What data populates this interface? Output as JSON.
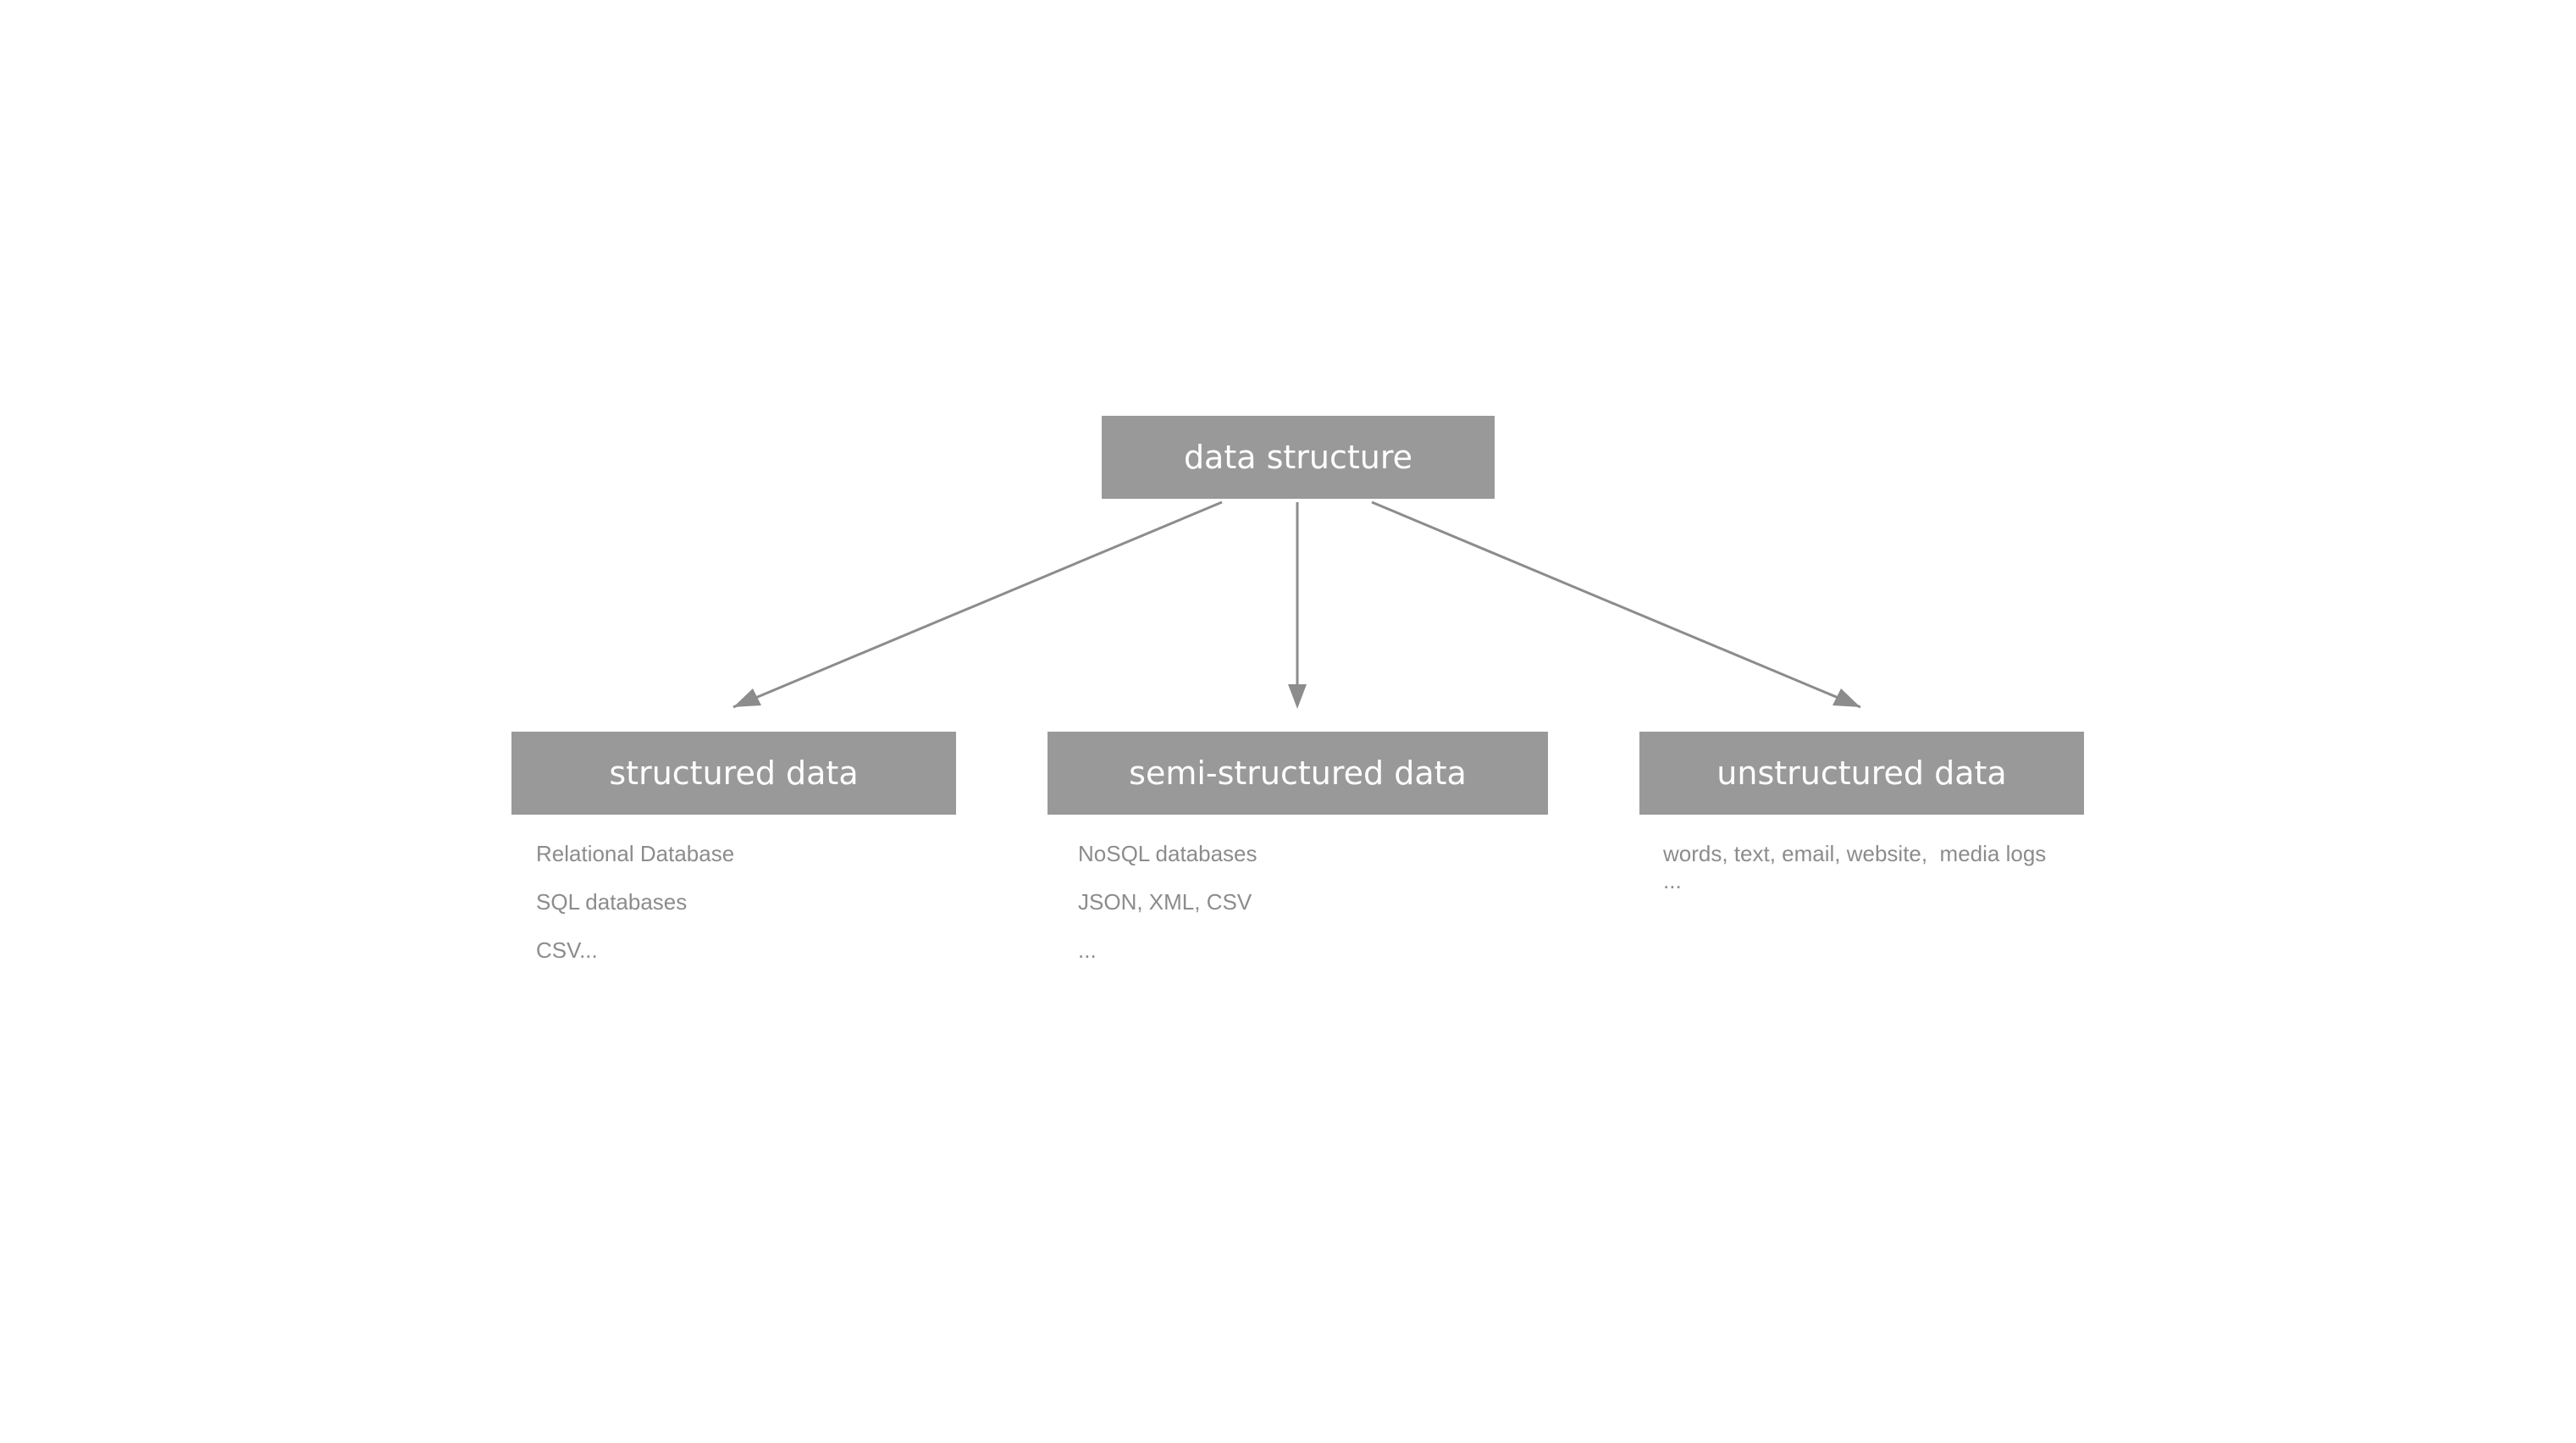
{
  "root": {
    "label": "data structure"
  },
  "categories": [
    {
      "label": "structured data",
      "items": [
        "Relational Database",
        "SQL databases",
        "CSV..."
      ]
    },
    {
      "label": "semi-structured data",
      "items": [
        "NoSQL databases",
        "JSON, XML, CSV",
        "..."
      ]
    },
    {
      "label": "unstructured data",
      "items": [
        "words, text, email, website,  media logs",
        "..."
      ]
    }
  ],
  "colors": {
    "box_fill": "#999999",
    "box_text": "#ffffff",
    "list_text": "#8c8c8c",
    "arrow": "#8c8c8c"
  }
}
